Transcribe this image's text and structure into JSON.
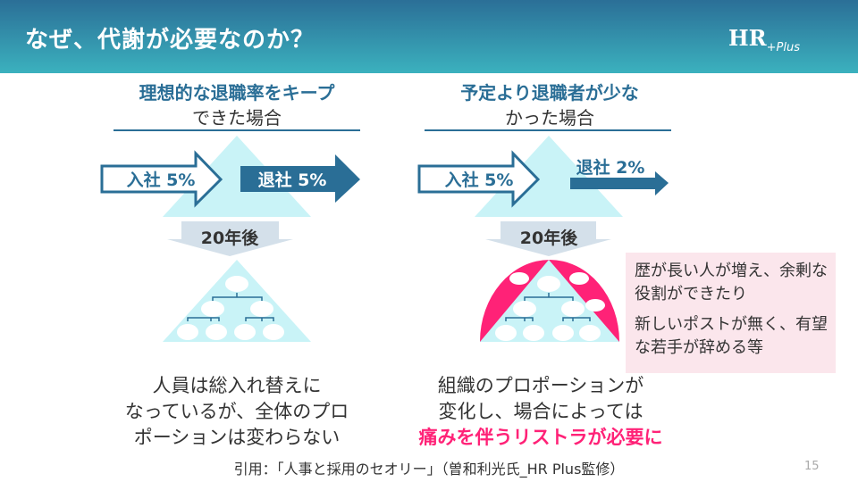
{
  "header": {
    "title": "なぜ、代謝が必要なのか？",
    "logo": "HR",
    "logo_sub": "Plus"
  },
  "left": {
    "heading": "理想的な退職率をキープ",
    "subheading": "できた場合",
    "in_label": "入社 5%",
    "out_label": "退社 5%",
    "after": "20年後",
    "desc": [
      "人員は総入れ替えに",
      "なっているが、全体のプロ",
      "ポーションは変わらない"
    ]
  },
  "right": {
    "heading": "予定より退職者が少な",
    "subheading": "かった場合",
    "in_label": "入社 5%",
    "out_label": "退社 2%",
    "after": "20年後",
    "desc": [
      "組織のプロポーションが",
      "変化し、場合によっては"
    ],
    "desc_highlight": "痛みを伴うリストラが必要に"
  },
  "note": [
    "歴が長い人が増え、余剰な役割ができたり",
    "新しいポストが無く、有望な若手が辞める等"
  ],
  "citation": "引用：「人事と採用のセオリー」（曽和利光氏_HR Plus監修）",
  "page_number": "15",
  "colors": {
    "accent": "#2a6e96",
    "highlight": "#ff2277",
    "triangle": "#c9f3f7",
    "note_bg": "#fbe6ec"
  }
}
